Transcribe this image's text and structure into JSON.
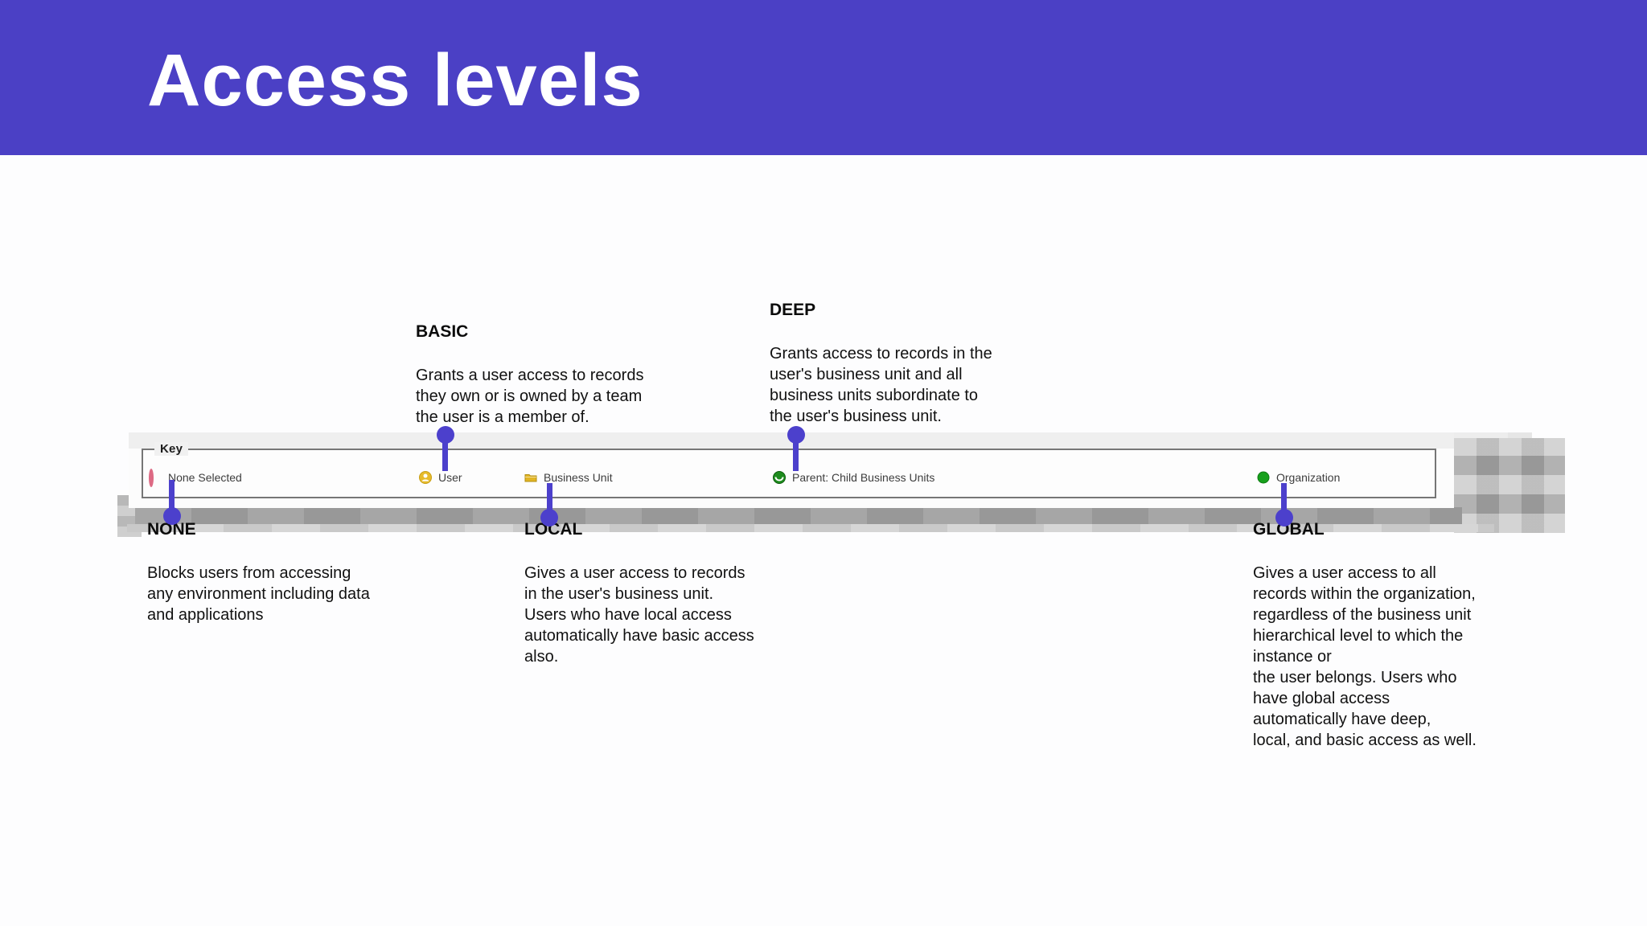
{
  "slide": {
    "title": "Access levels"
  },
  "key": {
    "legend": "Key",
    "items": [
      {
        "label": "None Selected",
        "icon": "none-selected-icon"
      },
      {
        "label": "User",
        "icon": "user-icon"
      },
      {
        "label": "Business Unit",
        "icon": "business-unit-icon"
      },
      {
        "label": "Parent: Child Business Units",
        "icon": "parent-child-icon"
      },
      {
        "label": "Organization",
        "icon": "organization-icon"
      }
    ]
  },
  "callouts": [
    {
      "id": "basic",
      "title": "BASIC",
      "body": "Grants a user access to records\nthey own or is owned by a team\nthe user is a member of."
    },
    {
      "id": "deep",
      "title": "DEEP",
      "body": "Grants access to records in the\nuser's business unit and all\nbusiness units subordinate to\nthe user's business unit."
    },
    {
      "id": "none",
      "title": "NONE",
      "body": "Blocks users from accessing\nany environment including data\nand applications"
    },
    {
      "id": "local",
      "title": "LOCAL",
      "body": "Gives a user access to records\nin the user's business unit.\nUsers who have local access\nautomatically have basic access\nalso."
    },
    {
      "id": "global",
      "title": "GLOBAL",
      "body": "Gives a user access to all\nrecords within the organization,\nregardless of the business unit\nhierarchical level to which the\ninstance or\nthe user belongs. Users who\nhave global access\nautomatically have deep,\nlocal, and basic access as well."
    }
  ],
  "colors": {
    "banner": "#4b40c5",
    "pin": "#4c40cc",
    "title_text": "#ffffff",
    "body_text": "#111111",
    "key_text": "#3d3d3d",
    "none_icon": "#dd6a84",
    "user_icon": "#e7bb2b",
    "business_unit_icon": "#e2b524",
    "parent_child_icon": "#1e8c1e",
    "organization_icon": "#17a01c"
  }
}
